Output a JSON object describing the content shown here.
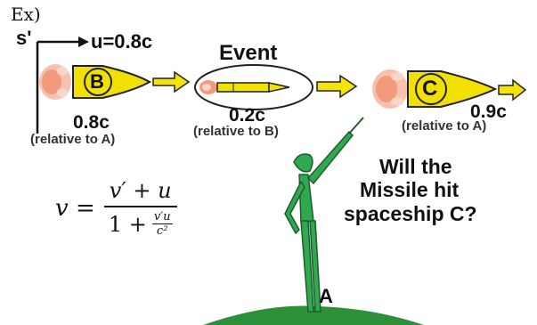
{
  "header": {
    "example_label": "Ex)"
  },
  "frame": {
    "s_prime_label": "s'",
    "u_label": "u=0.8c"
  },
  "event": {
    "title": "Event"
  },
  "ships": {
    "b": {
      "letter": "B",
      "speed": "0.8c",
      "relative": "(relative to A)"
    },
    "missile": {
      "speed": "0.2c",
      "relative": "(relative to B)"
    },
    "c": {
      "letter": "C",
      "speed": "0.9c",
      "relative": "(relative to A)"
    }
  },
  "formula": {
    "lhs": "v =",
    "numerator": "v′ + u",
    "den_one": "1 +",
    "sub_num": "v′u",
    "sub_den": "c²"
  },
  "question": {
    "line1": "Will the",
    "line2": "Missile hit",
    "line3": "spaceship C?"
  },
  "observer": {
    "label": "A"
  },
  "colors": {
    "ship_yellow": "#f2e000",
    "ship_outline": "#222222",
    "flame_orange": "#f3a48a",
    "figure_green": "#2fa84f",
    "ground_green": "#2e8f3a",
    "arrow_yellow": "#f5e400"
  }
}
